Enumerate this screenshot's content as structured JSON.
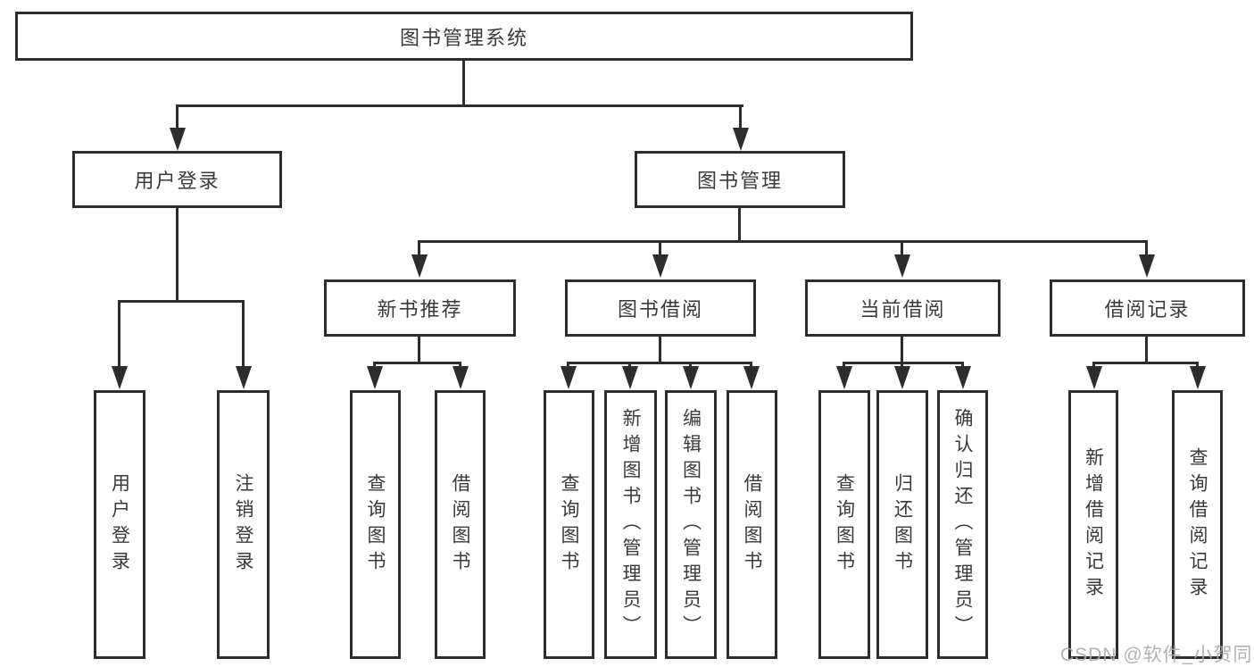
{
  "diagram": {
    "root": {
      "label": "图书管理系统"
    },
    "branches": [
      {
        "label": "用户登录",
        "children": [
          {
            "label": "用户登录"
          },
          {
            "label": "注销登录"
          }
        ]
      },
      {
        "label": "图书管理",
        "children": [
          {
            "label": "新书推荐",
            "children": [
              {
                "label": "查询图书"
              },
              {
                "label": "借阅图书"
              }
            ]
          },
          {
            "label": "图书借阅",
            "children": [
              {
                "label": "查询图书"
              },
              {
                "label": "新增图书（管理员）"
              },
              {
                "label": "编辑图书（管理员）"
              },
              {
                "label": "借阅图书"
              }
            ]
          },
          {
            "label": "当前借阅",
            "children": [
              {
                "label": "查询图书"
              },
              {
                "label": "归还图书"
              },
              {
                "label": "确认归还（管理员）"
              }
            ]
          },
          {
            "label": "借阅记录",
            "children": [
              {
                "label": "新增借阅记录"
              },
              {
                "label": "查询借阅记录"
              }
            ]
          }
        ]
      }
    ]
  },
  "watermark": {
    "text": "CSDN @软件_小贺同学"
  },
  "colors": {
    "line": "#2d2d2d",
    "text": "#3a3a3a",
    "background": "#ffffff",
    "watermark": "#aaaaaa"
  }
}
